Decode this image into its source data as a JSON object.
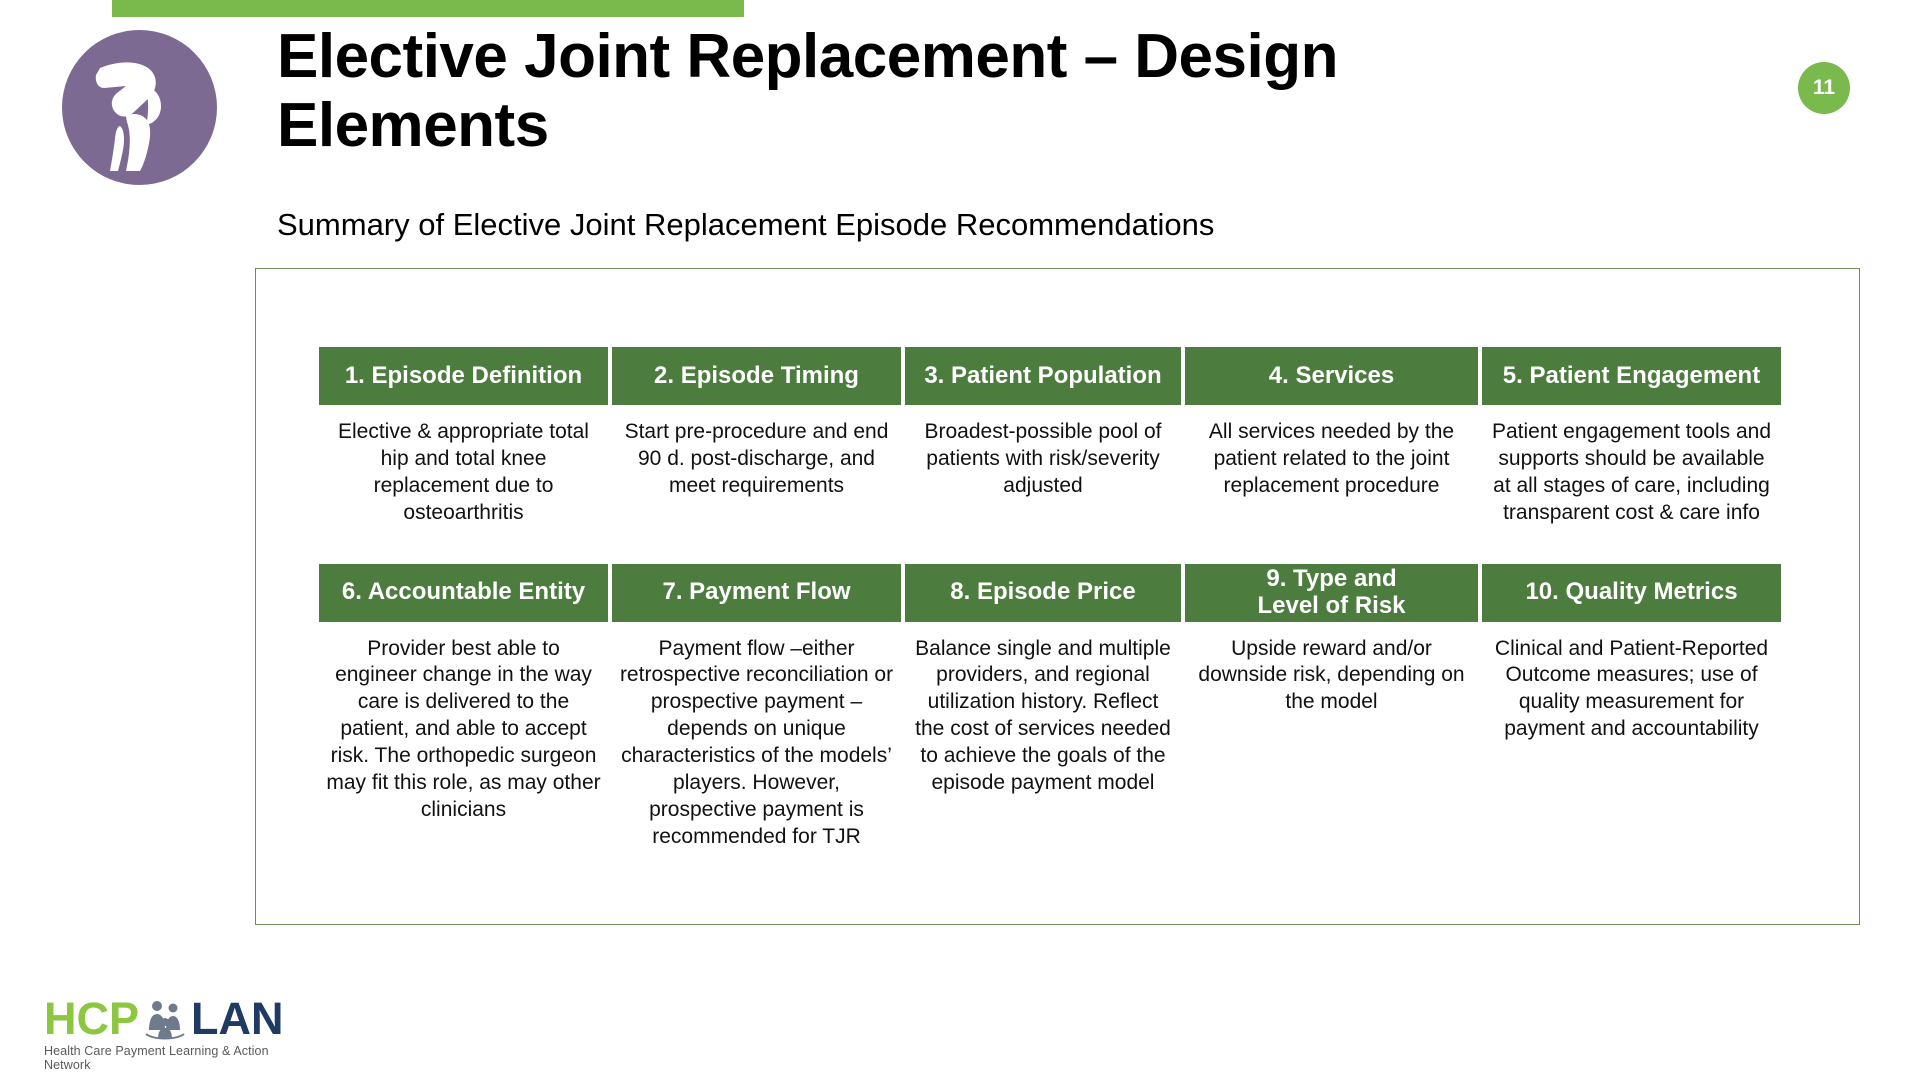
{
  "slide": {
    "page_number": "11",
    "title": "Elective Joint Replacement – Design Elements",
    "subtitle": "Summary of Elective Joint Replacement Episode Recommendations",
    "accent_color": "#7AB94C",
    "header_color": "#4C7C3E",
    "icon_circle_color": "#7C6A93",
    "panel_border_color": "#6B8E5A"
  },
  "logo": {
    "hcp": "HCP",
    "lan": "LAN",
    "tagline": "Health Care Payment Learning & Action Network",
    "hcp_color": "#8DC63F",
    "lan_color": "#1F3B63"
  },
  "elements": {
    "row1": [
      {
        "header": "1. Episode Definition",
        "body": "Elective & appropriate total hip and total knee replacement due to osteoarthritis"
      },
      {
        "header": "2. Episode Timing",
        "body": "Start pre-procedure and end 90 d. post-discharge, and meet requirements"
      },
      {
        "header": "3. Patient Population",
        "body": "Broadest-possible pool of patients with risk/severity adjusted"
      },
      {
        "header": "4. Services",
        "body": "All services needed by the patient related to the joint replacement procedure"
      },
      {
        "header": "5. Patient Engagement",
        "body": "Patient engagement tools and supports should be available at all stages of care, including transparent cost & care info"
      }
    ],
    "row2": [
      {
        "header": "6. Accountable Entity",
        "body": "Provider best able to engineer change in the way care is delivered to the patient, and able to accept risk. The orthopedic surgeon may fit this role, as may other clinicians"
      },
      {
        "header": "7. Payment Flow",
        "body": "Payment flow –either retrospective reconciliation or prospective payment – depends on unique characteristics of the models’   players. However, prospective payment is recommended for TJR"
      },
      {
        "header": "8. Episode Price",
        "body": "Balance single and multiple providers, and regional utilization history. Reflect the cost of services needed to achieve the goals of the episode payment model"
      },
      {
        "header": "9. Type and\nLevel of Risk",
        "body": "Upside reward and/or downside risk, depending on the model"
      },
      {
        "header": "10. Quality Metrics",
        "body": "Clinical and Patient-Reported Outcome measures; use of quality measurement for payment and accountability"
      }
    ]
  }
}
